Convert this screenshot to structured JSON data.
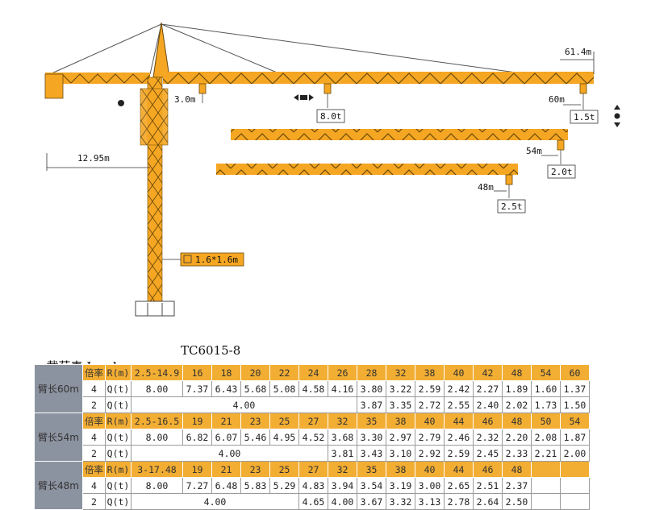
{
  "diagram": {
    "jib_length_label": "61.4m",
    "counter_jib_label": "12.95m",
    "min_radius_label": "3.0m",
    "max_load_label": "8.0t",
    "tip_60": {
      "radius": "60m",
      "load": "1.5t"
    },
    "tip_54": {
      "radius": "54m",
      "load": "2.0t"
    },
    "tip_48": {
      "radius": "48m",
      "load": "2.5t"
    },
    "mast_section_label": "1.6*1.6m"
  },
  "caption": {
    "title": "载荷表 Load  curves",
    "model": "TC6015-8"
  },
  "table": {
    "header_ratio": "倍率",
    "header_radius": "R(m)",
    "q_label": "Q(t)",
    "blocks": [
      {
        "arm": "臂长60m",
        "first_range": "2.5-14.9",
        "radii": [
          "16",
          "18",
          "20",
          "22",
          "24",
          "26",
          "28",
          "32",
          "38",
          "40",
          "42",
          "48",
          "54",
          "60"
        ],
        "row4": {
          "ratio": "4",
          "first": "8.00",
          "values": [
            "7.37",
            "6.43",
            "5.68",
            "5.08",
            "4.58",
            "4.16",
            "3.80",
            "3.22",
            "2.59",
            "2.42",
            "2.27",
            "1.89",
            "1.60",
            "1.37"
          ]
        },
        "row2": {
          "ratio": "2",
          "merged": "4.00",
          "merged_span": 6,
          "values": [
            "3.87",
            "3.35",
            "2.72",
            "2.55",
            "2.40",
            "2.02",
            "1.73",
            "1.50"
          ]
        }
      },
      {
        "arm": "臂长54m",
        "first_range": "2.5-16.5",
        "radii": [
          "19",
          "21",
          "23",
          "25",
          "27",
          "32",
          "35",
          "38",
          "40",
          "44",
          "46",
          "48",
          "50",
          "54"
        ],
        "row4": {
          "ratio": "4",
          "first": "8.00",
          "values": [
            "6.82",
            "6.07",
            "5.46",
            "4.95",
            "4.52",
            "3.68",
            "3.30",
            "2.97",
            "2.79",
            "2.46",
            "2.32",
            "2.20",
            "2.08",
            "1.87"
          ]
        },
        "row2": {
          "ratio": "2",
          "merged": "4.00",
          "merged_span": 5,
          "values": [
            "3.81",
            "3.43",
            "3.10",
            "2.92",
            "2.59",
            "2.45",
            "2.33",
            "2.21",
            "2.00"
          ]
        }
      },
      {
        "arm": "臂长48m",
        "first_range": "3-17.48",
        "radii": [
          "19",
          "21",
          "23",
          "25",
          "27",
          "32",
          "35",
          "38",
          "40",
          "44",
          "46",
          "48",
          "",
          ""
        ],
        "row4": {
          "ratio": "4",
          "first": "8.00",
          "values": [
            "7.27",
            "6.48",
            "5.83",
            "5.29",
            "4.83",
            "3.94",
            "3.54",
            "3.19",
            "3.00",
            "2.65",
            "2.51",
            "2.37",
            "",
            ""
          ]
        },
        "row2": {
          "ratio": "2",
          "merged": "4.00",
          "merged_span": 4,
          "values": [
            "4.65",
            "4.00",
            "3.67",
            "3.32",
            "3.13",
            "2.78",
            "2.64",
            "2.50",
            "",
            ""
          ]
        }
      }
    ]
  }
}
